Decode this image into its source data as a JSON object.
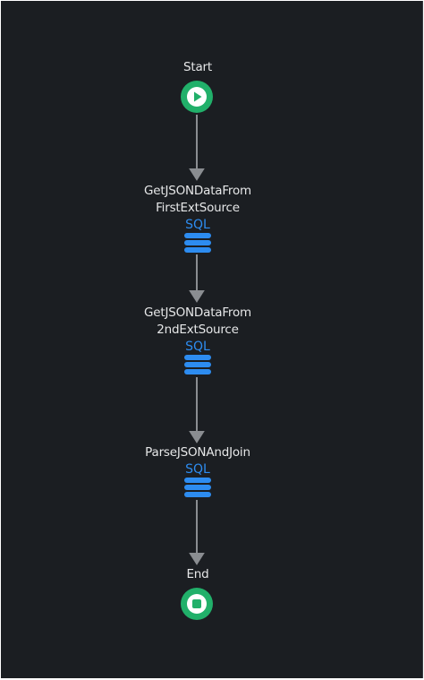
{
  "flow": {
    "start": {
      "label": "Start",
      "icon": "play-icon",
      "color": "#21b06a"
    },
    "steps": [
      {
        "name_line1": "GetJSONDataFrom",
        "name_line2": "FirstExtSource",
        "type_label": "SQL",
        "icon": "database-icon"
      },
      {
        "name_line1": "GetJSONDataFrom",
        "name_line2": "2ndExtSource",
        "type_label": "SQL",
        "icon": "database-icon"
      },
      {
        "name_line1": "ParseJSONAndJoin",
        "name_line2": "",
        "type_label": "SQL",
        "icon": "database-icon"
      }
    ],
    "end": {
      "label": "End",
      "icon": "stop-icon",
      "color": "#21b06a"
    }
  },
  "colors": {
    "background": "#1b1e22",
    "connector": "#8a8d91",
    "sql_accent": "#2d8cf0",
    "label_text": "#e6e7e8"
  }
}
